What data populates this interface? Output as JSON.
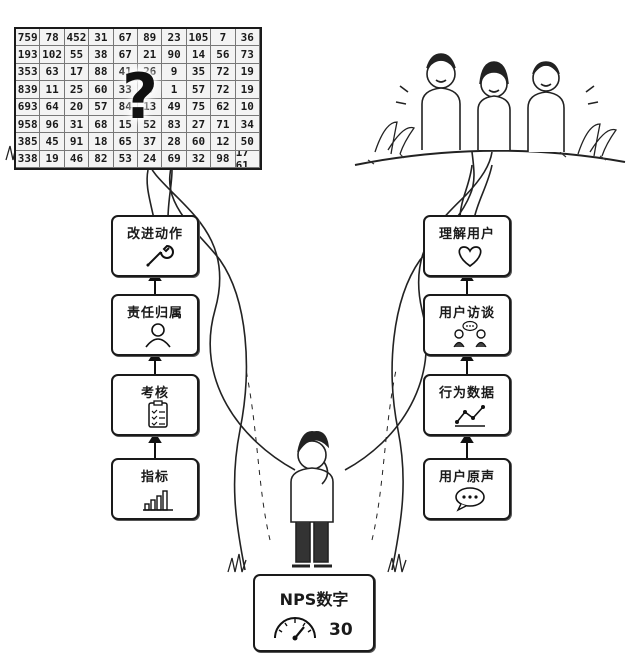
{
  "left_path": {
    "steps": [
      {
        "label": "指标",
        "icon": "bar-chart-icon"
      },
      {
        "label": "考核",
        "icon": "clipboard-icon"
      },
      {
        "label": "责任归属",
        "icon": "person-icon"
      },
      {
        "label": "改进动作",
        "icon": "wrench-icon"
      }
    ],
    "destination": {
      "icon": "question-mark-icon",
      "numbers": [
        [
          "759",
          "78",
          "452",
          "31",
          "67",
          "89",
          "23",
          "105",
          "7",
          "36"
        ],
        [
          "193",
          "102",
          "55",
          "38",
          "67",
          "21",
          "90",
          "14",
          "56",
          "73"
        ],
        [
          "353",
          "63",
          "17",
          "88",
          "41",
          "26",
          "9",
          "35",
          "72",
          "19"
        ],
        [
          "839",
          "11",
          "25",
          "60",
          "33",
          "8",
          "1",
          "57",
          "72",
          "19"
        ],
        [
          "693",
          "64",
          "20",
          "57",
          "84",
          "13",
          "49",
          "75",
          "62",
          "10"
        ],
        [
          "958",
          "96",
          "31",
          "68",
          "15",
          "52",
          "83",
          "27",
          "71",
          "34"
        ],
        [
          "385",
          "45",
          "91",
          "18",
          "65",
          "37",
          "28",
          "60",
          "12",
          "50"
        ]
      ],
      "bottom_row": [
        "338",
        "19",
        "46",
        "82",
        "53",
        "24",
        "69",
        "32",
        "98",
        "17",
        "61"
      ]
    }
  },
  "right_path": {
    "steps": [
      {
        "label": "用户原声",
        "icon": "speech-bubble-icon"
      },
      {
        "label": "行为数据",
        "icon": "line-chart-icon"
      },
      {
        "label": "用户访谈",
        "icon": "interview-icon"
      },
      {
        "label": "理解用户",
        "icon": "heart-icon"
      }
    ],
    "destination": {
      "icon": "happy-people-icon"
    }
  },
  "start": {
    "title": "NPS数字",
    "value": "30",
    "icon": "gauge-icon"
  },
  "colors": {
    "ink": "#1a1a1a",
    "paper": "#ffffff",
    "grid_bg": "#f3f3f3",
    "road": "#f7f7f7"
  }
}
